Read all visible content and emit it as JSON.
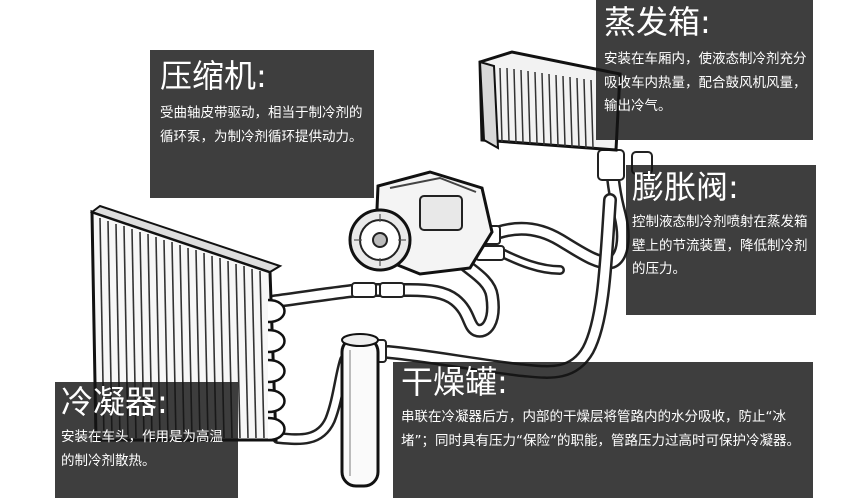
{
  "labels": {
    "compressor": {
      "title": "压缩机:",
      "desc": "受曲轴皮带驱动，相当于制冷剂的循环泵，为制冷剂循环提供动力。"
    },
    "evaporator": {
      "title": "蒸发箱:",
      "desc": "安装在车厢内，使液态制冷剂充分吸收车内热量，配合鼓风机风量，输出冷气。"
    },
    "expansion_valve": {
      "title": "膨胀阀:",
      "desc": "控制液态制冷剂喷射在蒸发箱壁上的节流装置，降低制冷剂的压力。"
    },
    "condenser": {
      "title": "冷凝器:",
      "desc": "安装在车头，作用是为高温的制冷剂散热。"
    },
    "drier": {
      "title": "干燥罐:",
      "desc": "串联在冷凝器后方，内部的干燥层将管路内的水分吸收，防止“冰堵”；同时具有压力“保险”的职能，管路压力过高时可保护冷凝器。"
    }
  }
}
